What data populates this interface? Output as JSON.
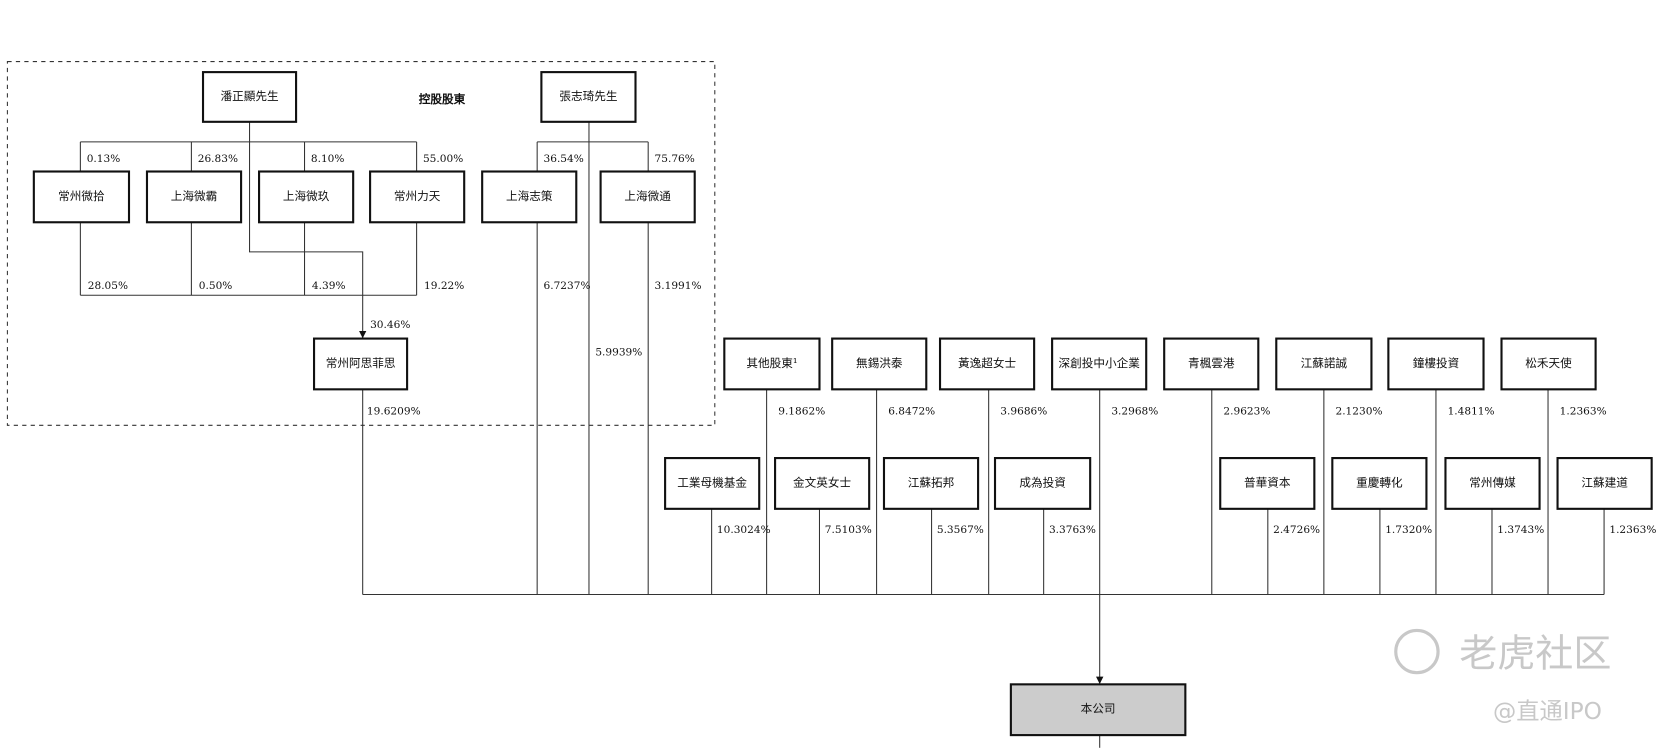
{
  "group_label": "控股股東",
  "controllers": [
    {
      "name": "潘正顯先生"
    },
    {
      "name": "張志琦先生"
    }
  ],
  "pan_entities": [
    {
      "name": "常州微拾",
      "pan_share": "0.13%",
      "company_share": "28.05%"
    },
    {
      "name": "上海微霸",
      "pan_share": "26.83%",
      "company_share": "0.50%"
    },
    {
      "name": "上海微玖",
      "pan_share": "8.10%",
      "company_share": "4.39%"
    },
    {
      "name": "常州力天",
      "pan_share": "55.00%",
      "company_share": "19.22%"
    }
  ],
  "zhang_entities": [
    {
      "name": "上海志策",
      "zhang_share": "36.54%",
      "company_share": "6.7237%"
    },
    {
      "name": "上海微通",
      "zhang_share": "75.76%",
      "company_share": "3.1991%"
    }
  ],
  "zhang_direct_share": "5.9939%",
  "asifeisi": {
    "name": "常州阿思菲思",
    "pan_direct_share": "30.46%",
    "company_share": "19.6209%"
  },
  "others_row1": [
    {
      "name": "其他股東¹",
      "share": "9.1862%"
    },
    {
      "name": "無錫洪泰",
      "share": "6.8472%"
    },
    {
      "name": "黃逸超女士",
      "share": "3.9686%"
    },
    {
      "name": "深創投中小企業",
      "share": "3.2968%"
    },
    {
      "name": "青楓雲港",
      "share": "2.9623%"
    },
    {
      "name": "江蘇諾誠",
      "share": "2.1230%"
    },
    {
      "name": "鐘樓投資",
      "share": "1.4811%"
    },
    {
      "name": "松禾天使",
      "share": "1.2363%"
    }
  ],
  "others_row2": [
    {
      "name": "工業母機基金",
      "share": "10.3024%"
    },
    {
      "name": "金文英女士",
      "share": "7.5103%"
    },
    {
      "name": "江蘇拓邦",
      "share": "5.3567%"
    },
    {
      "name": "成為投資",
      "share": "3.3763%"
    },
    {
      "name": "普華資本",
      "share": "2.4726%"
    },
    {
      "name": "重慶轉化",
      "share": "1.7320%"
    },
    {
      "name": "常州傳媒",
      "share": "1.3743%"
    },
    {
      "name": "江蘇建道",
      "share": "1.2363%"
    }
  ],
  "company": {
    "name": "本公司"
  },
  "watermark": {
    "brand": "老虎社区",
    "handle": "@直通IPO"
  },
  "colors": {
    "company_fill": "#cccccc",
    "watermark": "#c8c8c8"
  }
}
